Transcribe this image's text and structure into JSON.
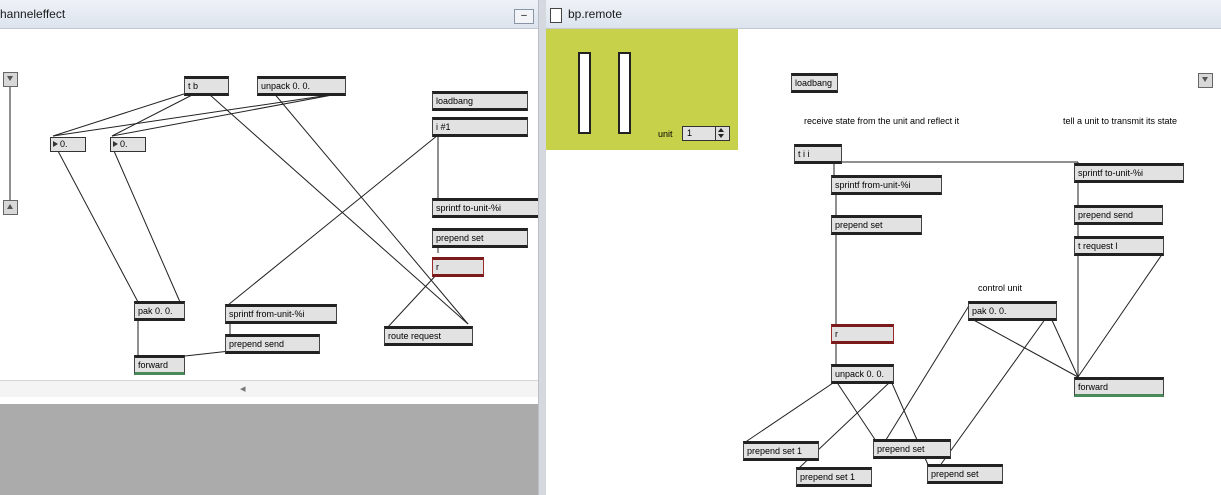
{
  "left_window": {
    "title": "hanneleffect",
    "minimize_label": "–",
    "scroll_arrow": "◂",
    "objects": {
      "t_b": "t b",
      "unpack_top": "unpack 0. 0.",
      "num1": "0.",
      "num2": "0.",
      "loadbang": "loadbang",
      "i_arg": "i #1",
      "sprintf_to": "sprintf to-unit-%i",
      "prepend_set": "prepend set",
      "r": "r",
      "pak": "pak 0. 0.",
      "sprintf_from": "sprintf from-unit-%i",
      "prepend_send": "prepend send",
      "route": "route request",
      "forward": "forward"
    }
  },
  "right_window": {
    "title": "bp.remote",
    "colors": {
      "panel": "#c8d14a"
    },
    "unit_label": "unit",
    "unit_value": "1",
    "comments": {
      "receive": "receive state from the unit and reflect it",
      "tell": "tell a unit to transmit its state",
      "control": "control unit"
    },
    "objects": {
      "loadbang": "loadbang",
      "t_ii": "t i i",
      "sprintf_from": "sprintf from-unit-%i",
      "prepend_set": "prepend set",
      "r": "r",
      "unpack": "unpack 0. 0.",
      "prepend_set_1a": "prepend set 1",
      "prepend_set_1b": "prepend set 1",
      "prepend_set_a": "prepend set",
      "prepend_set_b": "prepend set",
      "sprintf_to": "sprintf to-unit-%i",
      "prepend_send": "prepend send",
      "t_request": "t request l",
      "pak": "pak 0. 0.",
      "forward": "forward"
    }
  }
}
